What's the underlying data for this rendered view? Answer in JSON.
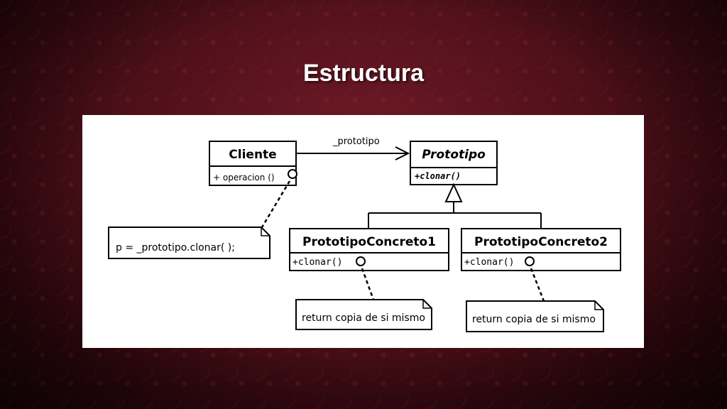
{
  "slide": {
    "title": "Estructura"
  },
  "diagram": {
    "classes": {
      "cliente": {
        "name": "Cliente",
        "method": "+ operacion ()"
      },
      "prototipo": {
        "name": "Prototipo",
        "method": "+clonar()"
      },
      "concreto1": {
        "name": "PrototipoConcreto1",
        "method": "+clonar()"
      },
      "concreto2": {
        "name": "PrototipoConcreto2",
        "method": "+clonar()"
      }
    },
    "association_label": "_prototipo",
    "notes": {
      "cliente_note": "p  =  _prototipo.clonar( );",
      "concreto1_note": "return copia de si mismo",
      "concreto2_note": "return copia de si mismo"
    }
  }
}
